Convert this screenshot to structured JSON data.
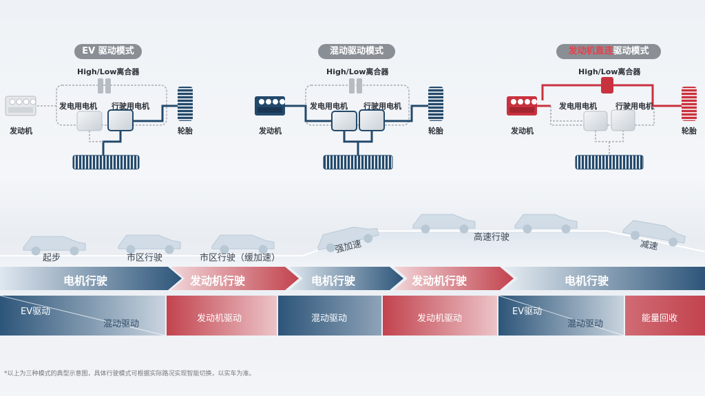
{
  "diagrams": [
    {
      "pill_accent": "EV",
      "pill_rest": " 驱动模式",
      "clutch": "High/Low离合器",
      "gen": "发电用电机",
      "drive": "行驶用电机",
      "engine": "发动机",
      "tire": "轮胎"
    },
    {
      "pill_accent": "混动",
      "pill_rest": "驱动模式",
      "clutch": "High/Low离合器",
      "gen": "发电用电机",
      "drive": "行驶用电机",
      "engine": "发动机",
      "tire": "轮胎"
    },
    {
      "pill_accent": "发动机直连",
      "pill_rest": "驱动模式",
      "clutch": "High/Low离合器",
      "gen": "发电用电机",
      "drive": "行驶用电机",
      "engine": "发动机",
      "tire": "轮胎"
    }
  ],
  "colors": {
    "navy": "#23496b",
    "red": "#c8323e",
    "gray": "#9aa0a8",
    "pill": "#8a8f96"
  },
  "road": {
    "labels": [
      "起步",
      "市区行驶",
      "市区行驶（缓加速）",
      "强加速",
      "高速行驶",
      "减速"
    ]
  },
  "bands": [
    "电机行驶",
    "发动机行驶",
    "电机行驶",
    "发动机行驶",
    "电机行驶"
  ],
  "modes": {
    "m1_top": "EV驱动",
    "m1_bottom": "混动驱动",
    "m2": "发动机驱动",
    "m3": "混动驱动",
    "m4": "发动机驱动",
    "m5_top": "EV驱动",
    "m5_bottom": "混动驱动",
    "m6": "能量回收"
  },
  "footnote": "*以上为三种模式的典型示意图，具体行驶模式可根据实际路况实现智能切换，以实车为准。"
}
